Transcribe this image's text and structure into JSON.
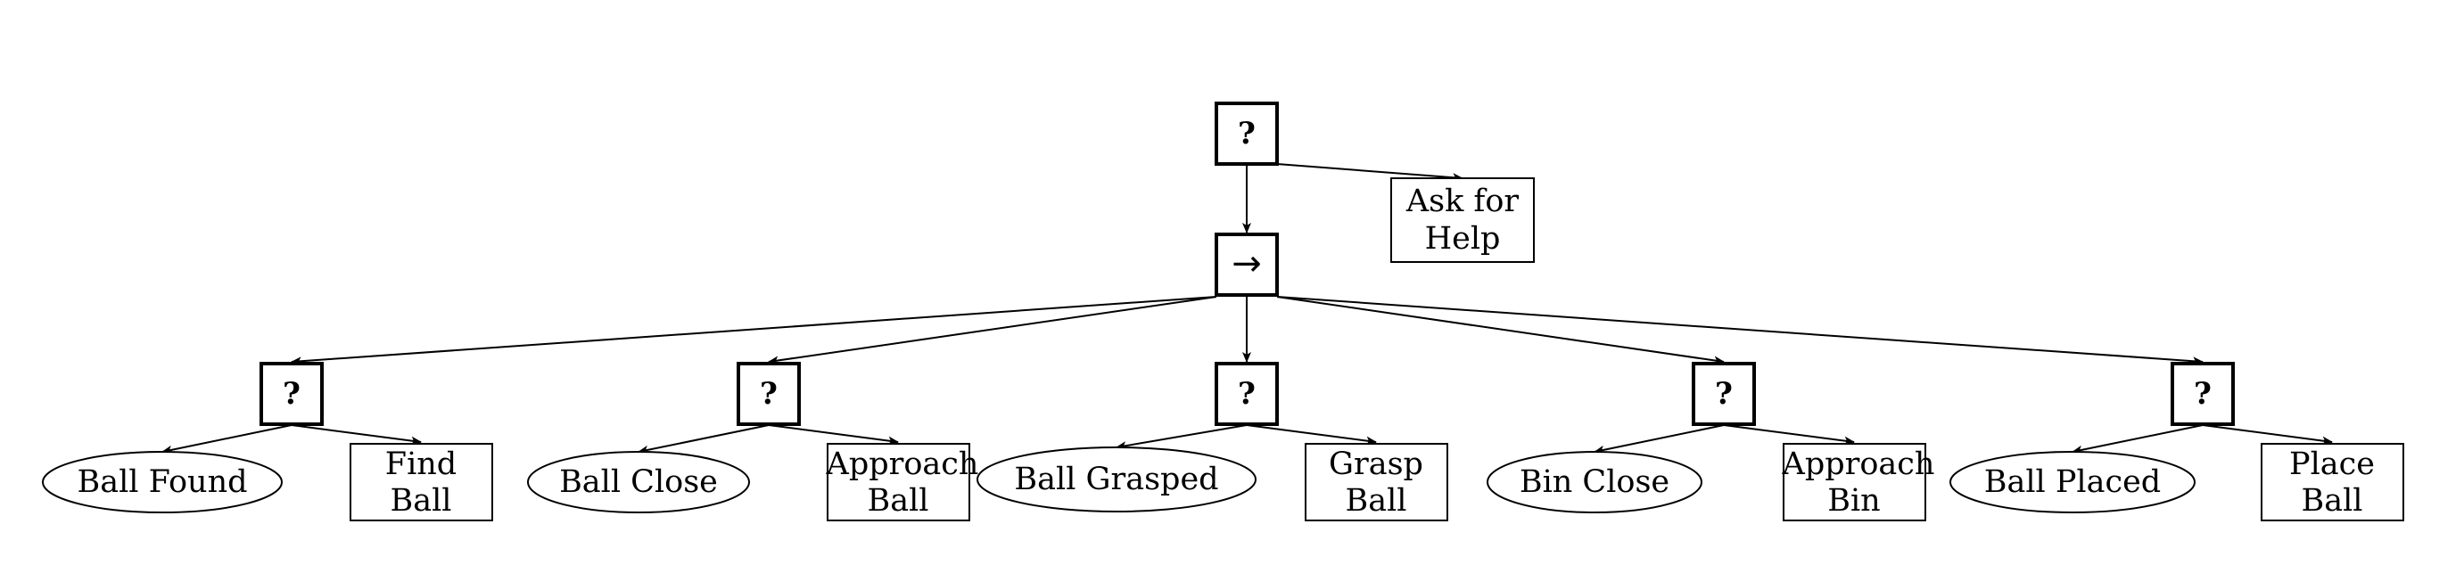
{
  "root": {
    "symbol": "?"
  },
  "ask_help": {
    "line1": "Ask for",
    "line2": "Help"
  },
  "sequence": {
    "symbol": "→"
  },
  "fallbacks": [
    {
      "symbol": "?",
      "condition": "Ball Found",
      "action_line1": "Find",
      "action_line2": "Ball"
    },
    {
      "symbol": "?",
      "condition": "Ball Close",
      "action_line1": "Approach",
      "action_line2": "Ball"
    },
    {
      "symbol": "?",
      "condition": "Ball Grasped",
      "action_line1": "Grasp",
      "action_line2": "Ball"
    },
    {
      "symbol": "?",
      "condition": "Bin Close",
      "action_line1": "Approach",
      "action_line2": "Bin"
    },
    {
      "symbol": "?",
      "condition": "Ball Placed",
      "action_line1": "Place",
      "action_line2": "Ball"
    }
  ]
}
